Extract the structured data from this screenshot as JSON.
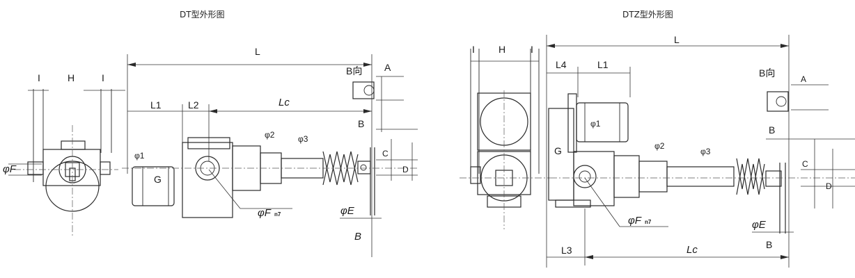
{
  "titles": {
    "left": "DT型外形图",
    "right": "DTZ型外形图"
  },
  "left_labels": {
    "I1": "I",
    "H": "H",
    "I2": "I",
    "phiF": "φF",
    "L": "L",
    "L1": "L1",
    "L2": "L2",
    "Lc": "Lc",
    "Bdir": "B向",
    "A": "A",
    "B": "B",
    "C": "C",
    "D": "D",
    "phi1": "φ1",
    "phi2": "φ2",
    "phi3": "φ3",
    "G": "G",
    "phiFn7": "φF",
    "n7": "n7",
    "phiE": "φE",
    "Bbottom": "B"
  },
  "right_labels": {
    "I1": "I",
    "H": "H",
    "I2": "I",
    "L": "L",
    "L4": "L4",
    "L1": "L1",
    "Bdir": "B向",
    "A": "A",
    "B": "B",
    "C": "C",
    "D": "D",
    "phi1": "φ1",
    "phi2": "φ2",
    "phi3": "φ3",
    "G": "G",
    "phiFn7": "φF",
    "n7": "n7",
    "phiE": "φE",
    "Bbottom": "B",
    "L3": "L3",
    "Lc": "Lc"
  }
}
